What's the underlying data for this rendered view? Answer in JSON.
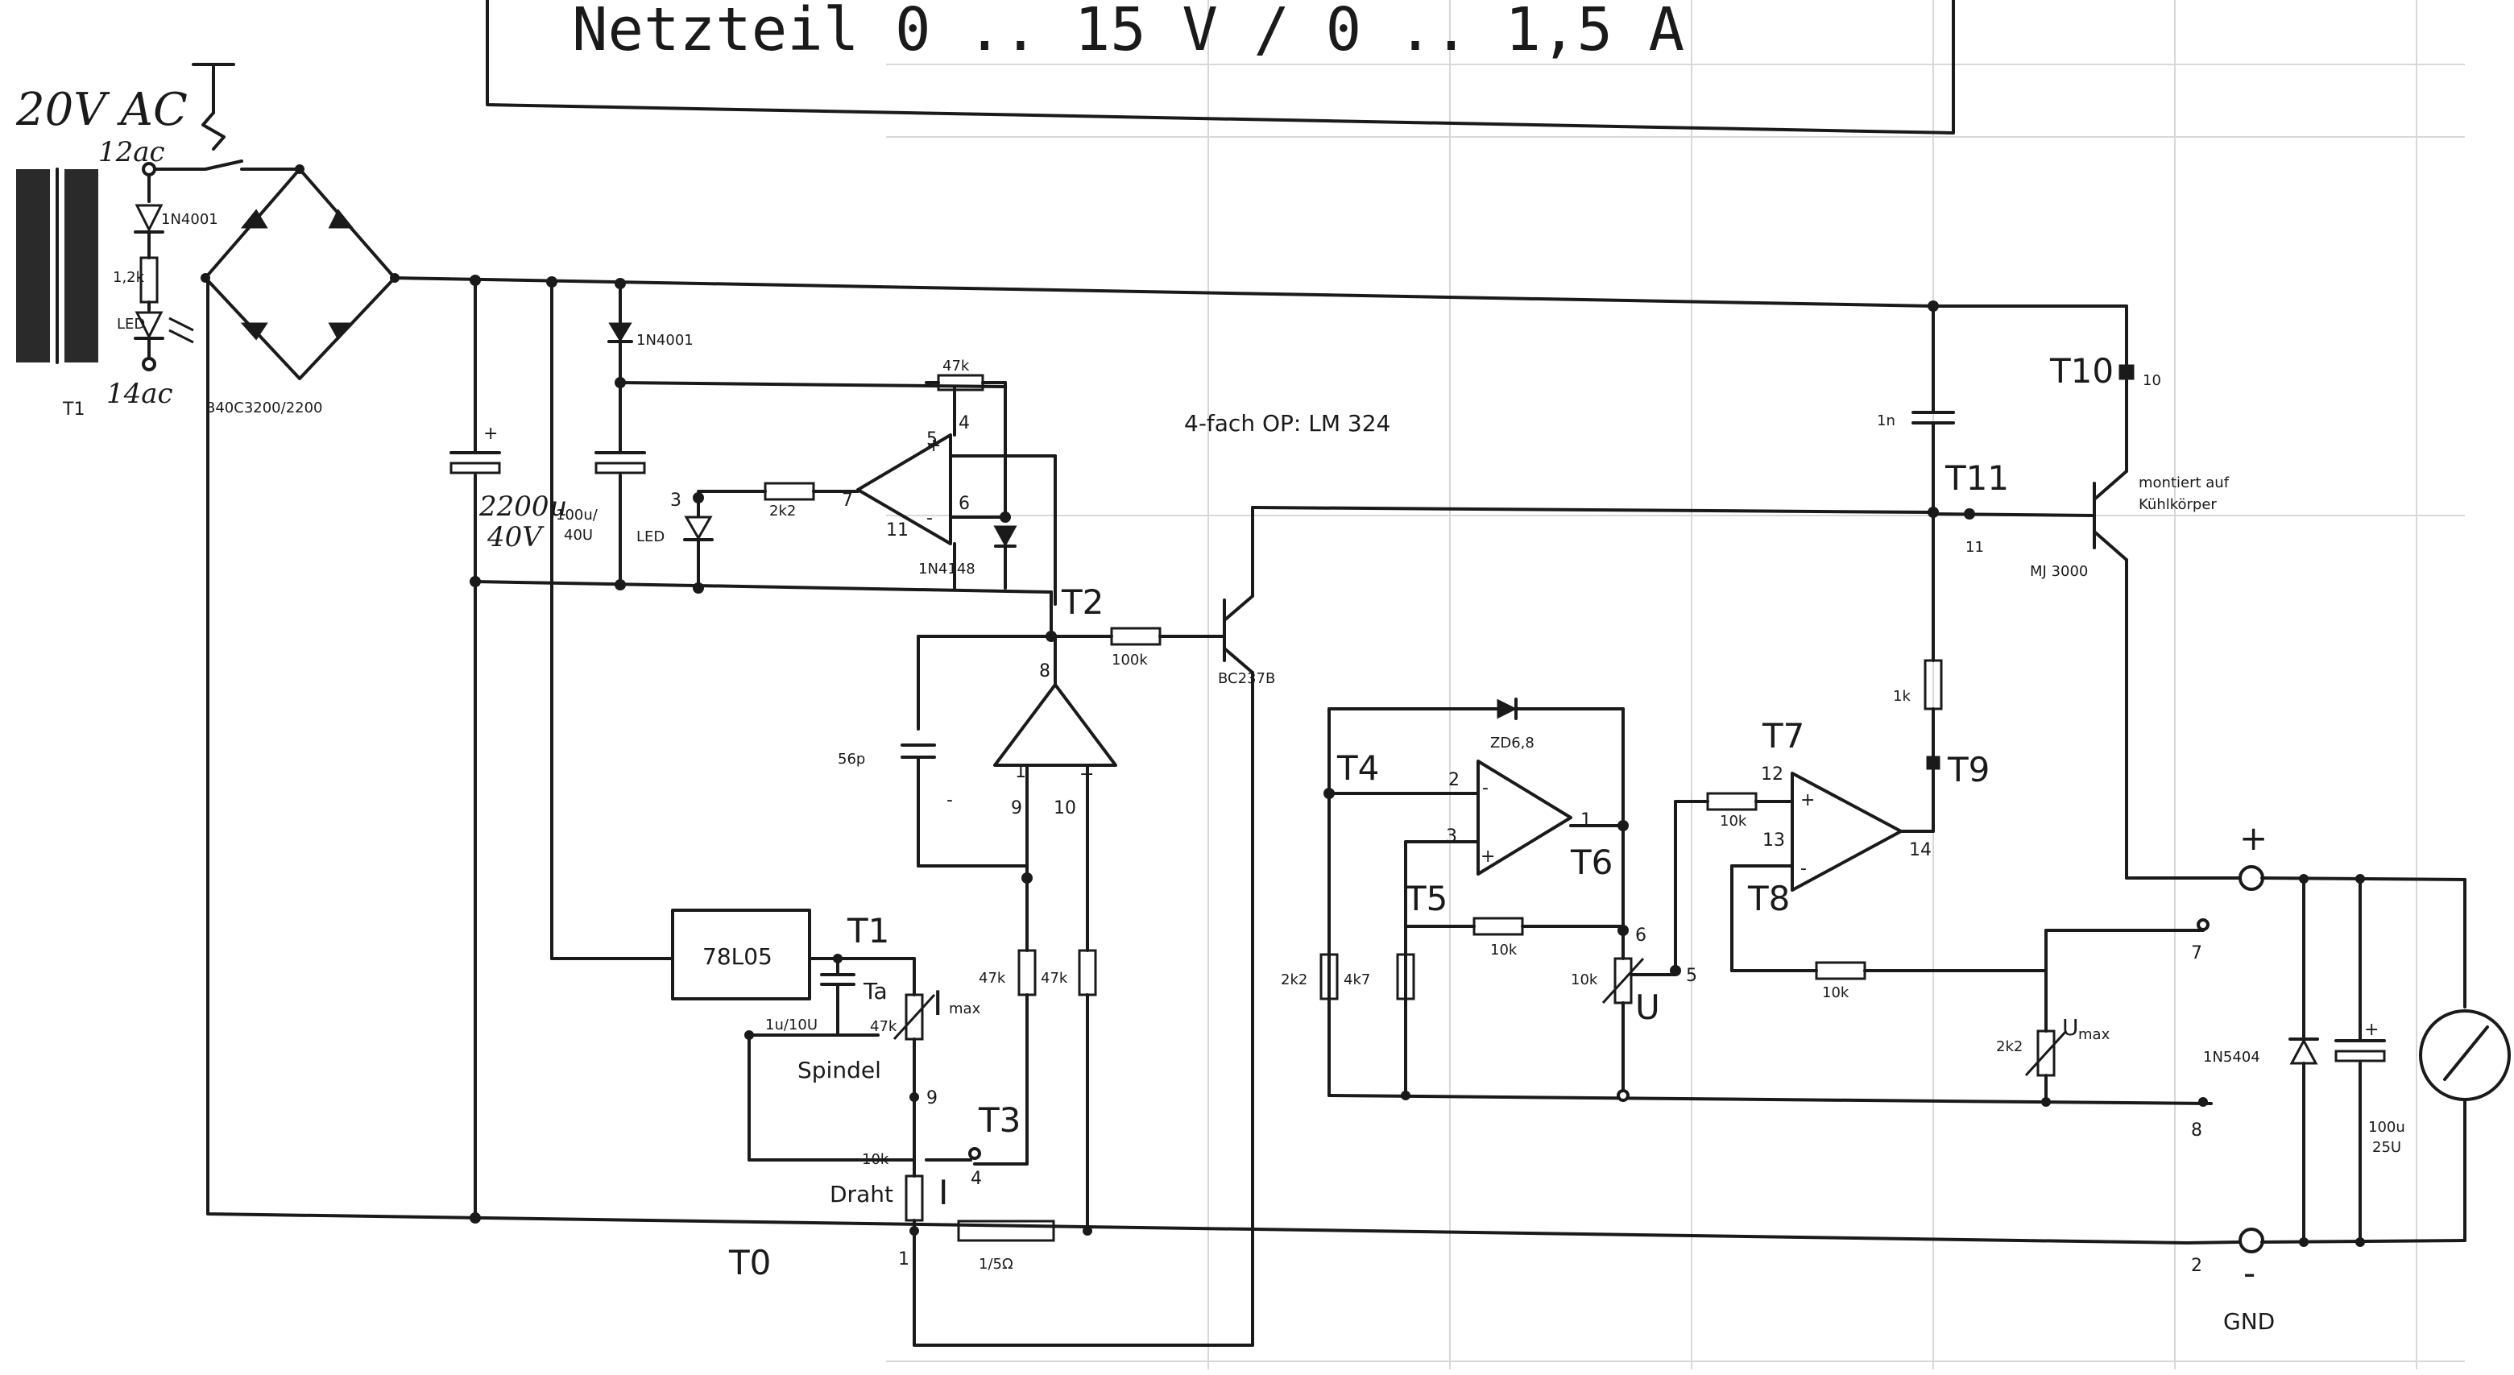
{
  "title": "Netzteil  0 .. 15 V / 0 .. 1,5 A",
  "opamp_note": "4-fach OP: LM 324",
  "heatsink_note": [
    "montiert auf",
    "Kühlkörper"
  ],
  "input": {
    "voltage": "20V AC",
    "tap_top": "12ac",
    "tap_bottom": "14ac",
    "transformer": "T1"
  },
  "bridge": "B40C3200/2200",
  "indicator": {
    "diode": "1N4001",
    "resistor": "1,2k",
    "led": "LED"
  },
  "caps": {
    "main": [
      "2200µ",
      "40V"
    ],
    "aux": [
      "100u/",
      "40U"
    ],
    "comp": "56p",
    "ref": "1u/10U",
    "bypass": "1n",
    "out": [
      "100u",
      "25U"
    ]
  },
  "diodes": {
    "supply": "1N4001",
    "opamp": "1N4148",
    "zener": "ZD6,8",
    "output": "1N5404"
  },
  "resistors": {
    "r47k_fb": "47k",
    "r2k2_in": "2k2",
    "r100k": "100k",
    "r47k_a": "47k",
    "r47k_b": "47k",
    "r47k_pot": "47k",
    "r10k_pot": "10k",
    "r1k": "1k",
    "r10k_fb": "10k",
    "r10k_in": "10k",
    "r2k2_a": "2k2",
    "r4k7": "4k7",
    "r10k_u": "10k",
    "r10k_t7": "10k",
    "r2k2_umax": "2k2",
    "shunt": "1/5Ω"
  },
  "regulator": "78L05",
  "transistors": {
    "driver": "BC237B",
    "power": "MJ 3000"
  },
  "terminals": [
    "T0",
    "T1",
    "T2",
    "T3",
    "T4",
    "T5",
    "T6",
    "T7",
    "T8",
    "T9",
    "T10",
    "T11",
    "Ta"
  ],
  "pins": [
    "1",
    "2",
    "3",
    "4",
    "5",
    "6",
    "7",
    "8",
    "9",
    "10",
    "11",
    "12",
    "13",
    "14"
  ],
  "labels": {
    "imax": "I",
    "imax_sub": "max",
    "spindel": "Spindel",
    "draht": "Draht",
    "i": "I",
    "u": "U",
    "umax": "U",
    "umax_sub": "max",
    "plus": "+",
    "minus": "-",
    "gnd": "GND"
  },
  "pins_detail": {
    "t10_pin": "10",
    "t11_pin": "11"
  }
}
